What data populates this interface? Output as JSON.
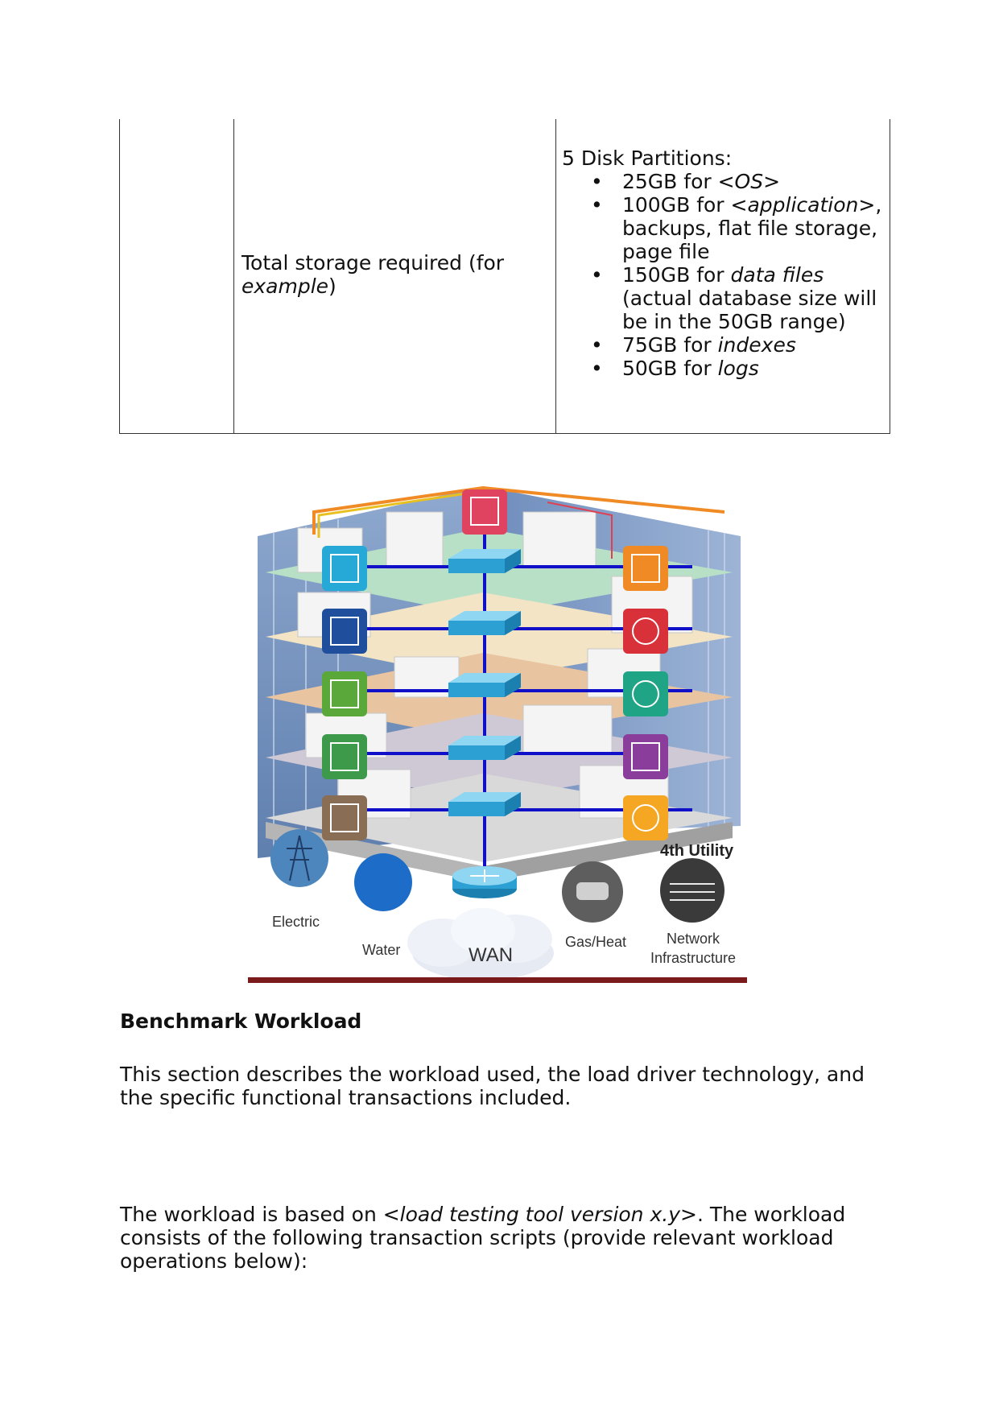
{
  "table": {
    "label_text": "Total storage required (for",
    "label_italic": "example",
    "label_close": ")",
    "value_heading": "5 Disk Partitions:",
    "items": [
      {
        "pre": "25GB for ",
        "em": "<OS>",
        "post": ""
      },
      {
        "pre": "100GB for ",
        "em": "<application>",
        "post": ", backups, flat file storage, page file"
      },
      {
        "pre": "150GB for ",
        "em": "data files",
        "post": " (actual database size will be in the 50GB range)"
      },
      {
        "pre": "75GB for ",
        "em": "indexes",
        "post": ""
      },
      {
        "pre": "50GB for ",
        "em": "logs",
        "post": ""
      }
    ]
  },
  "figure": {
    "labels": {
      "utility_title": "4th Utility",
      "electric": "Electric",
      "water": "Water",
      "wan": "WAN",
      "gas_heat": "Gas/Heat",
      "network_1": "Network",
      "network_2": "Infrastructure"
    },
    "colors": {
      "pink": "#e0435f",
      "cyan": "#26a9d6",
      "navy": "#1f4e9c",
      "green": "#5aa83a",
      "green2": "#3d9a4a",
      "brown": "#8a6d55",
      "orange": "#f08a24",
      "red": "#d8313a",
      "teal": "#1fa586",
      "purple": "#8a3d9b",
      "amber": "#f5a623",
      "network_line": "#1010c8",
      "switch": "#3fb1e0",
      "base_bar": "#7a1a1a"
    }
  },
  "section": {
    "heading": "Benchmark Workload",
    "para1": "This section describes the workload used, the load driver technology, and the specific functional transactions included.",
    "para2_pre": "The workload is based on ",
    "para2_em": "<load testing tool version x.y>",
    "para2_post": ". The workload consists of the following transaction scripts (provide relevant workload operations below):"
  }
}
